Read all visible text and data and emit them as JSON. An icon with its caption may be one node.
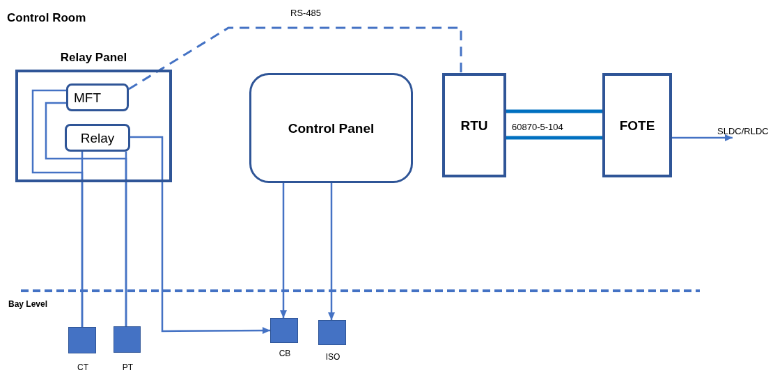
{
  "diagram": {
    "nodes": [
      {
        "text": [
          "Relay Panel"
        ]
      },
      {
        "text": [
          "MFT"
        ],
        "in": 0
      },
      {
        "text": [
          "Relay"
        ],
        "in": 0
      },
      {
        "text": [
          "Control Panel"
        ]
      },
      {
        "text": [
          "RTU"
        ]
      },
      {
        "text": [
          "FOTE"
        ]
      },
      {
        "text": [],
        "shape": "box",
        "beside": [
          "CT"
        ]
      },
      {
        "text": [],
        "shape": "box",
        "beside": [
          "PT"
        ]
      },
      {
        "text": [],
        "shape": "box",
        "beside": [
          "CB"
        ]
      },
      {
        "text": [],
        "shape": "box",
        "beside": [
          "ISO"
        ]
      },
      {
        "text": [
          "SLDC/RLDC"
        ]
      }
    ],
    "edges": [
      {
        "from": 1,
        "to": 4,
        "arrow": "none",
        "style": "dashed",
        "label": "RS-485"
      },
      {
        "from": 4,
        "to": 5,
        "arrow": "none",
        "style": "thick",
        "color": "#0070c0"
      },
      {
        "from": 4,
        "to": 5,
        "arrow": "none",
        "style": "thick",
        "color": "#0070c0",
        "label": "60870-5-104"
      },
      {
        "from": 5,
        "to": 10,
        "arrow": "to"
      },
      {
        "from": 2,
        "to": 6,
        "arrow": "none"
      },
      {
        "from": 2,
        "to": 7,
        "arrow": "none"
      },
      {
        "from": 2,
        "to": 8,
        "arrow": "to"
      },
      {
        "from": 1,
        "to": 6,
        "arrow": "none"
      },
      {
        "from": 1,
        "to": 7,
        "arrow": "none"
      },
      {
        "from": 3,
        "to": 8,
        "arrow": "to"
      },
      {
        "from": 3,
        "to": 9,
        "arrow": "to"
      }
    ],
    "labels": [
      "Control Room",
      "Bay Level"
    ]
  }
}
